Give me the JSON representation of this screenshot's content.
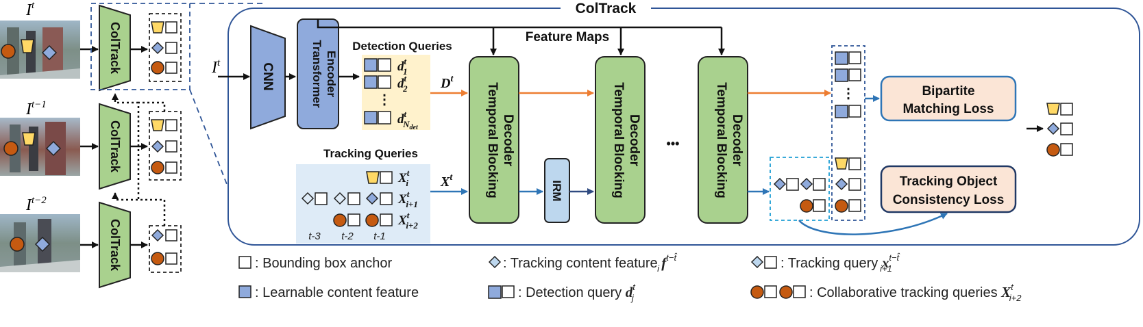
{
  "frames": [
    {
      "label_main": "I",
      "label_sup": "t",
      "module": "ColTrack"
    },
    {
      "label_main": "I",
      "label_sup": "t−1",
      "module": "ColTrack"
    },
    {
      "label_main": "I",
      "label_sup": "t−2",
      "module": "ColTrack"
    }
  ],
  "main": {
    "title": "ColTrack",
    "input_main": "I",
    "input_sup": "t",
    "cnn": "CNN",
    "encoder_line1": "Transformer",
    "encoder_line2": "Encoder",
    "feature_maps": "Feature Maps",
    "detection_queries": {
      "title": "Detection Queries",
      "d_main": "d",
      "d_sup": "t",
      "d1_sub": "1",
      "d2_sub": "2",
      "dn_sub_main": "N",
      "dn_sub_sub": "det",
      "vdots": "⋮"
    },
    "D_main": "D",
    "D_sup": "t",
    "X_main": "X",
    "X_sup": "t",
    "tracking_queries": {
      "title": "Tracking Queries",
      "x_main": "X",
      "x_sup": "t",
      "row1_sub": "i",
      "row2_sub": "i+1",
      "row3_sub": "i+2",
      "time_labels": [
        "t-3",
        "t-2",
        "t-1"
      ]
    },
    "decoder_line1": "Temporal Blocking",
    "decoder_line2": "Decoder",
    "irm": "IRM",
    "ellipsis": "•••",
    "vdots": "⋮",
    "bipartite_line1": "Bipartite",
    "bipartite_line2": "Matching Loss",
    "consistency_line1": "Tracking Object",
    "consistency_line2": "Consistency Loss"
  },
  "legend": {
    "bbox_anchor": ": Bounding box anchor",
    "learnable_content": ": Learnable content feature",
    "tracking_content_prefix": ": Tracking content feature ",
    "tracking_content_main": "f",
    "tracking_content_sub": "i",
    "tracking_content_sup": "t−t̂",
    "detection_query_prefix": ": Detection query ",
    "detection_query_main": "d",
    "detection_query_sub": "j",
    "detection_query_sup": "t",
    "tracking_query_prefix": ": Tracking query ",
    "tracking_query_main": "x",
    "tracking_query_sub": "i+1",
    "tracking_query_sup": "t−t̂",
    "collab_prefix": ": Collaborative tracking queries ",
    "collab_main": "X",
    "collab_sub": "i+2",
    "collab_sup": "t"
  },
  "colors": {
    "green_fill": "#a9d18e",
    "green_stroke": "#2e5f2e",
    "blue_fill": "#8faadc",
    "blue_stroke": "#2f4a80",
    "yellow_fill": "#ffd966",
    "orange_circle": "#c55a11",
    "orange_arrow": "#ed7d31",
    "blue_arrow": "#2e75b6",
    "peach_fill": "#fbe5d6",
    "frame_stroke": "#2f5597",
    "det_panel": "#fff2cc",
    "trk_panel": "#deebf7",
    "cyan_dash": "#1f9fd4"
  }
}
